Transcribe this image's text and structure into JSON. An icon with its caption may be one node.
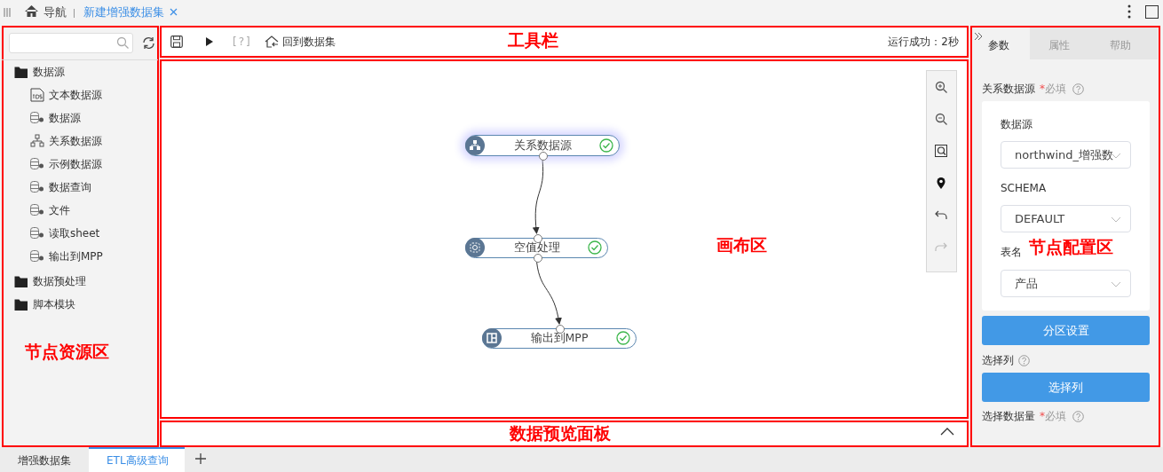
{
  "diagram": {
    "nodes": [
      {
        "text": [
          "工具栏"
        ]
      },
      {
        "text": [
          "节点资源区"
        ]
      },
      {
        "text": [
          "画布区"
        ]
      },
      {
        "text": [
          "关系数据源"
        ],
        "in": 2
      },
      {
        "text": [
          "空值处理"
        ],
        "in": 2
      },
      {
        "text": [
          "输出到MPP"
        ],
        "in": 2
      },
      {
        "text": [
          "节点配置区"
        ]
      },
      {
        "text": [
          "数据预览面板"
        ]
      }
    ],
    "edges": [
      {
        "from": 3,
        "to": 4,
        "arrow": "to"
      },
      {
        "from": 4,
        "to": 5,
        "arrow": "to"
      }
    ],
    "labels": [
      "导航",
      "新建增强数据集",
      "[?]",
      "回到数据集",
      "运行成功：2秒",
      "参数",
      "属性",
      "帮助",
      "数据源",
      "文本数据源",
      "数据源",
      "关系数据源",
      "示例数据源",
      "数据查询",
      "文件",
      "读取sheet",
      "输出到MPP",
      "数据预处理",
      "脚本模块",
      "关系数据源",
      "*必填",
      "数据源",
      "northwind_增强数",
      "SCHEMA",
      "DEFAULT",
      "表名",
      "产品",
      "分区设置",
      "选择列",
      "选择列",
      "选择数据量",
      "*必填",
      "增强数据集",
      "ETL高级查询"
    ]
  }
}
